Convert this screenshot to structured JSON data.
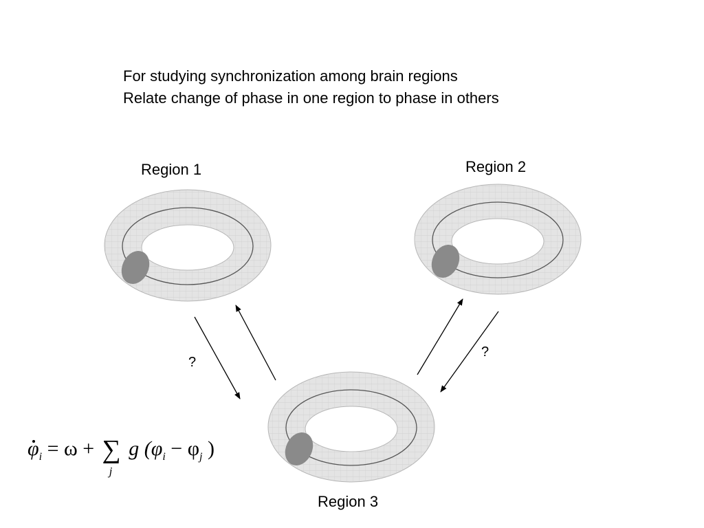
{
  "header": {
    "line1": "For studying synchronization among brain regions",
    "line2": "Relate change of phase in one region to phase in others"
  },
  "regions": {
    "r1": "Region 1",
    "r2": "Region 2",
    "r3": "Region 3"
  },
  "edge_labels": {
    "q1": "?",
    "q2": "?"
  },
  "formula": {
    "lhs_symbol": "φ",
    "lhs_sub": "i",
    "omega": "= ω +",
    "sum_index": "j",
    "g_open": "g (φ",
    "sub_i": "i",
    "minus_phi": " − φ",
    "sub_j": "j",
    "close": " )"
  },
  "colors": {
    "torus_fill": "#e4e4e4",
    "torus_grid": "#c8c8c8",
    "centerline": "#555555",
    "marker": "#8a8a8a"
  }
}
